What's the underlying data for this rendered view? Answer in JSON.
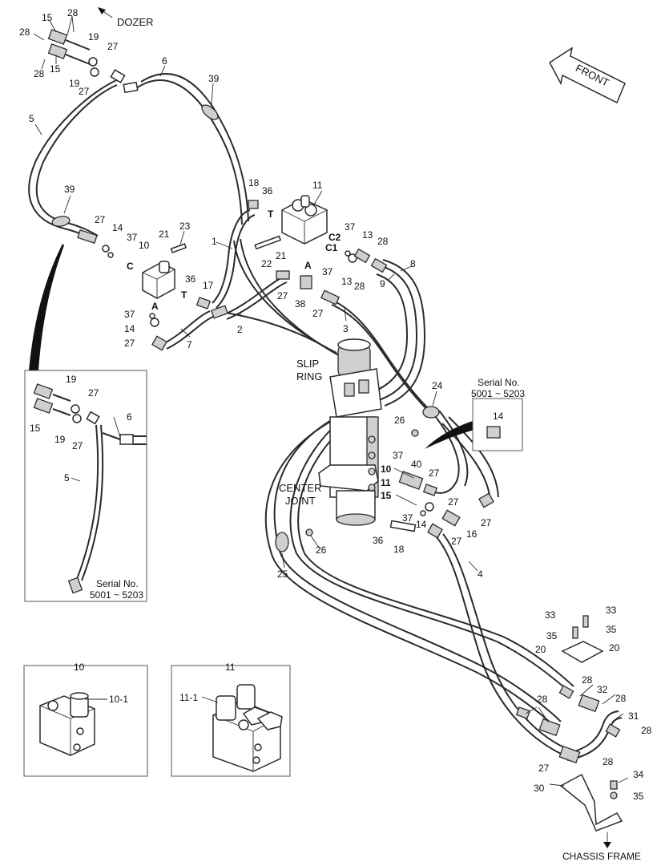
{
  "labels": {
    "dozer": "DOZER",
    "front": "FRONT",
    "slip_ring_1": "SLIP",
    "slip_ring_2": "RING",
    "center_joint_1": "CENTER",
    "center_joint_2": "JOINT",
    "chassis_frame": "CHASSIS FRAME",
    "serial_title": "Serial No.",
    "serial_range": "5001 ~ 5203",
    "port_a": "A",
    "port_c": "C",
    "port_t": "T",
    "port_c1": "C1",
    "port_c2": "C2"
  },
  "detail_boxes": {
    "box_10": {
      "title": "10",
      "sub": "10-1"
    },
    "box_11": {
      "title": "11",
      "sub": "11-1"
    }
  },
  "part_numbers": [
    {
      "id": "n15a",
      "text": "15"
    },
    {
      "id": "n28a",
      "text": "28"
    },
    {
      "id": "n28b",
      "text": "28"
    },
    {
      "id": "n28c",
      "text": "28"
    },
    {
      "id": "n15b",
      "text": "15"
    },
    {
      "id": "n19a",
      "text": "19"
    },
    {
      "id": "n27a",
      "text": "27"
    },
    {
      "id": "n19b",
      "text": "19"
    },
    {
      "id": "n27b",
      "text": "27"
    },
    {
      "id": "n6",
      "text": "6"
    },
    {
      "id": "n39a",
      "text": "39"
    },
    {
      "id": "n5",
      "text": "5"
    },
    {
      "id": "n39b",
      "text": "39"
    },
    {
      "id": "n27c",
      "text": "27"
    },
    {
      "id": "n14a",
      "text": "14"
    },
    {
      "id": "n37a",
      "text": "37"
    },
    {
      "id": "n10",
      "text": "10"
    },
    {
      "id": "n21a",
      "text": "21"
    },
    {
      "id": "n23",
      "text": "23"
    },
    {
      "id": "n36a",
      "text": "36"
    },
    {
      "id": "n17",
      "text": "17"
    },
    {
      "id": "n37b",
      "text": "37"
    },
    {
      "id": "n14b",
      "text": "14"
    },
    {
      "id": "n27d",
      "text": "27"
    },
    {
      "id": "n7",
      "text": "7"
    },
    {
      "id": "n1",
      "text": "1"
    },
    {
      "id": "n18a",
      "text": "18"
    },
    {
      "id": "n36b",
      "text": "36"
    },
    {
      "id": "n11",
      "text": "11"
    },
    {
      "id": "n21b",
      "text": "21"
    },
    {
      "id": "n22",
      "text": "22"
    },
    {
      "id": "n37c",
      "text": "37"
    },
    {
      "id": "n37d",
      "text": "37"
    },
    {
      "id": "n13a",
      "text": "13"
    },
    {
      "id": "n13b",
      "text": "13"
    },
    {
      "id": "n28d",
      "text": "28"
    },
    {
      "id": "n28e",
      "text": "28"
    },
    {
      "id": "n8",
      "text": "8"
    },
    {
      "id": "n9",
      "text": "9"
    },
    {
      "id": "n27e",
      "text": "27"
    },
    {
      "id": "n38",
      "text": "38"
    },
    {
      "id": "n27f",
      "text": "27"
    },
    {
      "id": "n2",
      "text": "2"
    },
    {
      "id": "n3",
      "text": "3"
    },
    {
      "id": "n24",
      "text": "24"
    },
    {
      "id": "n26a",
      "text": "26"
    },
    {
      "id": "n14c",
      "text": "14"
    },
    {
      "id": "n37e",
      "text": "37"
    },
    {
      "id": "n10b",
      "text": "10"
    },
    {
      "id": "n11b",
      "text": "11"
    },
    {
      "id": "n15c",
      "text": "15"
    },
    {
      "id": "n40",
      "text": "40"
    },
    {
      "id": "n27g",
      "text": "27"
    },
    {
      "id": "n27h",
      "text": "27"
    },
    {
      "id": "n37f",
      "text": "37"
    },
    {
      "id": "n14d",
      "text": "14"
    },
    {
      "id": "n16",
      "text": "16"
    },
    {
      "id": "n27i",
      "text": "27"
    },
    {
      "id": "n27j",
      "text": "27"
    },
    {
      "id": "n36c",
      "text": "36"
    },
    {
      "id": "n18b",
      "text": "18"
    },
    {
      "id": "n26b",
      "text": "26"
    },
    {
      "id": "n25",
      "text": "25"
    },
    {
      "id": "n4",
      "text": "4"
    },
    {
      "id": "n19c",
      "text": "19"
    },
    {
      "id": "n27k",
      "text": "27"
    },
    {
      "id": "n15d",
      "text": "15"
    },
    {
      "id": "n19d",
      "text": "19"
    },
    {
      "id": "n27l",
      "text": "27"
    },
    {
      "id": "n6b",
      "text": "6"
    },
    {
      "id": "n5b",
      "text": "5"
    },
    {
      "id": "n33a",
      "text": "33"
    },
    {
      "id": "n33b",
      "text": "33"
    },
    {
      "id": "n35a",
      "text": "35"
    },
    {
      "id": "n35b",
      "text": "35"
    },
    {
      "id": "n20a",
      "text": "20"
    },
    {
      "id": "n20b",
      "text": "20"
    },
    {
      "id": "n28f",
      "text": "28"
    },
    {
      "id": "n32",
      "text": "32"
    },
    {
      "id": "n28g",
      "text": "28"
    },
    {
      "id": "n28h",
      "text": "28"
    },
    {
      "id": "n31",
      "text": "31"
    },
    {
      "id": "n28i",
      "text": "28"
    },
    {
      "id": "n28j",
      "text": "28"
    },
    {
      "id": "n27m",
      "text": "27"
    },
    {
      "id": "n34",
      "text": "34"
    },
    {
      "id": "n30",
      "text": "30"
    },
    {
      "id": "n35c",
      "text": "35"
    }
  ]
}
